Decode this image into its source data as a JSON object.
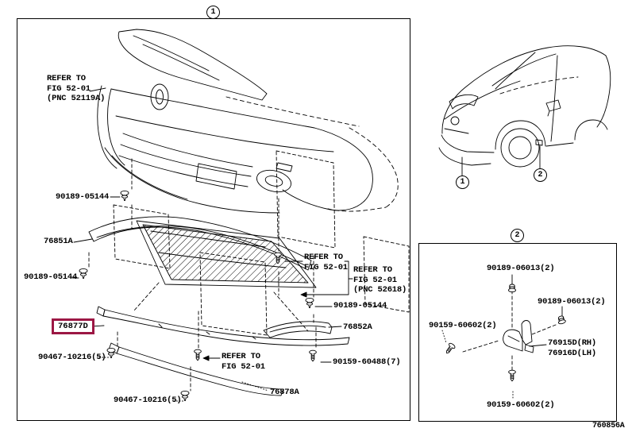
{
  "diagram": {
    "figure_code": "760856A",
    "highlight_color": "#9c1744",
    "panels": {
      "main": {
        "badge": "1",
        "labels": {
          "refer_tl": "REFER TO\nFIG 52-01\n(PNC 52119A)",
          "clip_a": "90189-05144",
          "spoiler_upper": "76851A",
          "clip_b": "90189-05144",
          "spoiler_front": "76877D",
          "screw_a": "90467-10216(5)",
          "screw_b": "90467-10216(5)",
          "spoiler_lower": "76878A",
          "refer_mid": "REFER TO\nFIG 52-01",
          "refer_pnc": "REFER TO\nFIG 52-01\n(PNC 52618)",
          "clip_c": "90189-05144",
          "spoiler_side": "76852A",
          "refer_bot": "REFER TO\nFIG 52-01",
          "screw_c": "90159-60488(7)"
        }
      },
      "sub": {
        "badge": "2",
        "labels": {
          "nut_top": "90189-06013(2)",
          "nut_right": "90189-06013(2)",
          "screw_left": "90159-60602(2)",
          "bracket_rh": "76915D(RH)",
          "bracket_lh": "76916D(LH)",
          "screw_bottom": "90159-60602(2)"
        }
      },
      "car": {
        "badge_front": "1",
        "badge_side": "2"
      }
    }
  }
}
